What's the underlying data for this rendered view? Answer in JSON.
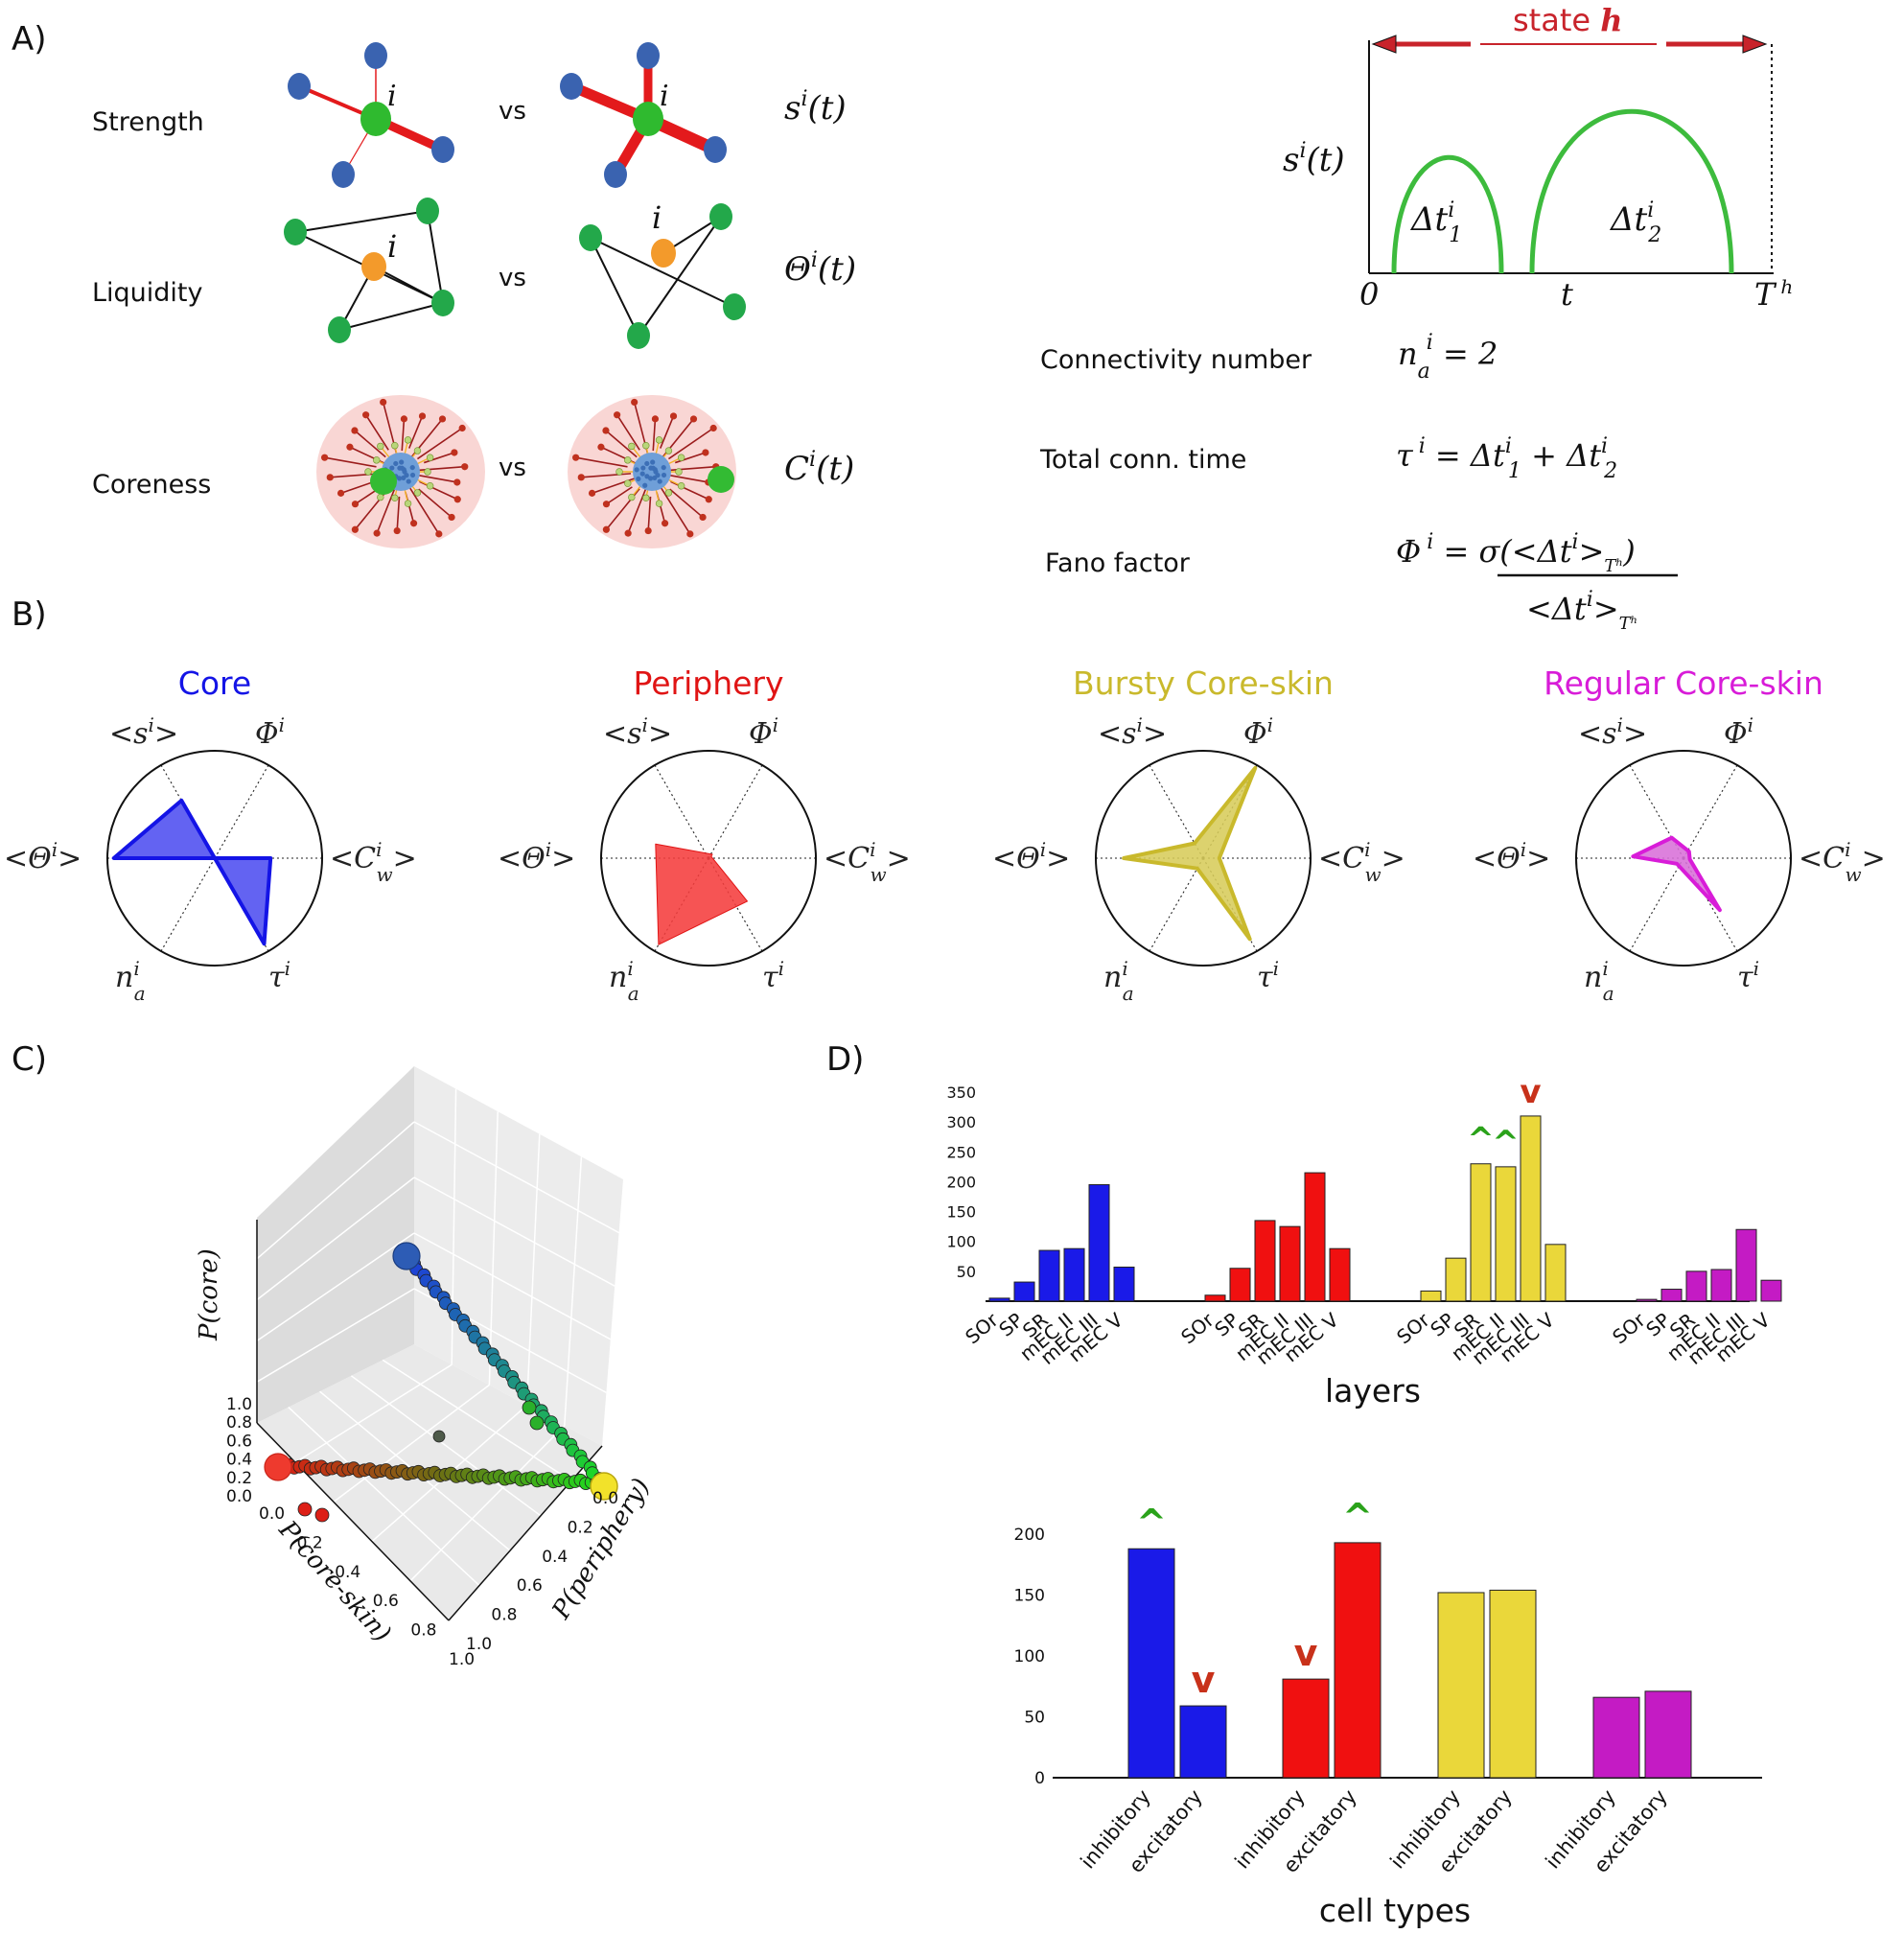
{
  "panels": {
    "A": "A)",
    "B": "B)",
    "C": "C)",
    "D": "D)"
  },
  "panel_a": {
    "vs": "vs",
    "node_label": "i",
    "rows": [
      {
        "label": "Strength",
        "symbol": "s",
        "sup": "i",
        "arg": "(t)"
      },
      {
        "label": "Liquidity",
        "symbol": "Θ",
        "sup": "i",
        "arg": "(t)"
      },
      {
        "label": "Coreness",
        "symbol": "C",
        "sup": "i",
        "arg": "(t)"
      }
    ],
    "state_plot": {
      "title_prefix": "state ",
      "title_var": "h",
      "ylabel": "s",
      "ylabel_sup": "i",
      "ylabel_arg": "(t)",
      "x_start": "0",
      "x_mid": "t",
      "x_end": "T",
      "x_end_sup": "h",
      "interval_1": "Δt",
      "interval_1_sup": "i",
      "interval_1_sub": "1",
      "interval_2": "Δt",
      "interval_2_sup": "i",
      "interval_2_sub": "2"
    },
    "definitions": [
      {
        "label": "Connectivity number"
      },
      {
        "label": "Total conn. time"
      },
      {
        "label": "Fano factor"
      }
    ],
    "formula_text": {
      "n": "n",
      "a": "a",
      "i": "i",
      "eq2": " = 2",
      "tau": "τ",
      "eq": " = ",
      "dt": "Δt",
      "one": "1",
      "two": "2",
      "plus": " + ",
      "phi": "Φ",
      "sigma_open": "σ(<",
      "gt_close": ">",
      "paren_close": ")",
      "lt": "<",
      "gt": ">",
      "Th": "Tʰ"
    }
  },
  "panel_b": {
    "axis_labels": {
      "s": "<s",
      "phi": "Φ",
      "cw": "<C",
      "tau": "τ",
      "na": "n",
      "theta": "<Θ",
      "i": "i",
      "w": "w",
      "a": "a",
      "gt": ">"
    },
    "charts": [
      {
        "title": "Core",
        "color": "#1414e6",
        "fill": "#4d4df0",
        "values": {
          "s": 0.62,
          "phi": 0.0,
          "cw": 0.0,
          "tau": 0.0,
          "na": 0.0,
          "theta": 0.94,
          "cw_b": 0.52,
          "tau_b": 0.92
        }
      },
      {
        "title": "Periphery",
        "color": "#e01414",
        "fill": "#f53c3c"
      },
      {
        "title": "Bursty Core-skin",
        "color": "#c9b92c",
        "fill": "#d7cc5a"
      },
      {
        "title": "Regular Core-skin",
        "color": "#d81cd8",
        "fill": "#d86fd8"
      }
    ]
  },
  "panel_c": {
    "zlabel": "P(core)",
    "xlabel": "P(core-skin)",
    "ylabel": "P(periphery)",
    "ticks": [
      "0.0",
      "0.2",
      "0.4",
      "0.6",
      "0.8",
      "1.0"
    ]
  },
  "chart_data": [
    {
      "type": "bar",
      "xlabel": "layers",
      "categories": [
        "SOr",
        "SP",
        "SR",
        "mEC II",
        "mEC III",
        "mEC V"
      ],
      "ylim": [
        0,
        350
      ],
      "yticks": [
        50,
        100,
        150,
        200,
        250,
        300,
        350
      ],
      "series": [
        {
          "color": "#1a1ae8",
          "values": [
            5,
            32,
            85,
            88,
            195,
            57
          ]
        },
        {
          "color": "#f01010",
          "values": [
            10,
            55,
            135,
            125,
            215,
            88
          ]
        },
        {
          "color": "#ead73a",
          "values": [
            17,
            72,
            230,
            225,
            310,
            95
          ]
        },
        {
          "color": "#c41bc4",
          "values": [
            3,
            20,
            50,
            53,
            120,
            35
          ]
        }
      ],
      "markers": [
        {
          "series": 2,
          "category": 2,
          "symbol": "^",
          "color": "#2aa21a"
        },
        {
          "series": 2,
          "category": 3,
          "symbol": "^",
          "color": "#2aa21a"
        },
        {
          "series": 2,
          "category": 4,
          "symbol": "v",
          "color": "#c8311a"
        }
      ]
    },
    {
      "type": "bar",
      "xlabel": "cell types",
      "categories": [
        "inhibitory",
        "excitatory"
      ],
      "ylim": [
        0,
        200
      ],
      "yticks": [
        0,
        50,
        100,
        150,
        200
      ],
      "series": [
        {
          "color": "#1a1ae8",
          "values": [
            188,
            59
          ]
        },
        {
          "color": "#f01010",
          "values": [
            81,
            193
          ]
        },
        {
          "color": "#ead73a",
          "values": [
            152,
            154
          ]
        },
        {
          "color": "#c41bc4",
          "values": [
            66,
            71
          ]
        }
      ],
      "markers": [
        {
          "series": 0,
          "category": 0,
          "symbol": "^",
          "color": "#2aa21a"
        },
        {
          "series": 0,
          "category": 1,
          "symbol": "v",
          "color": "#c8311a"
        },
        {
          "series": 1,
          "category": 0,
          "symbol": "v",
          "color": "#c8311a"
        },
        {
          "series": 1,
          "category": 1,
          "symbol": "^",
          "color": "#2aa21a"
        }
      ]
    }
  ]
}
